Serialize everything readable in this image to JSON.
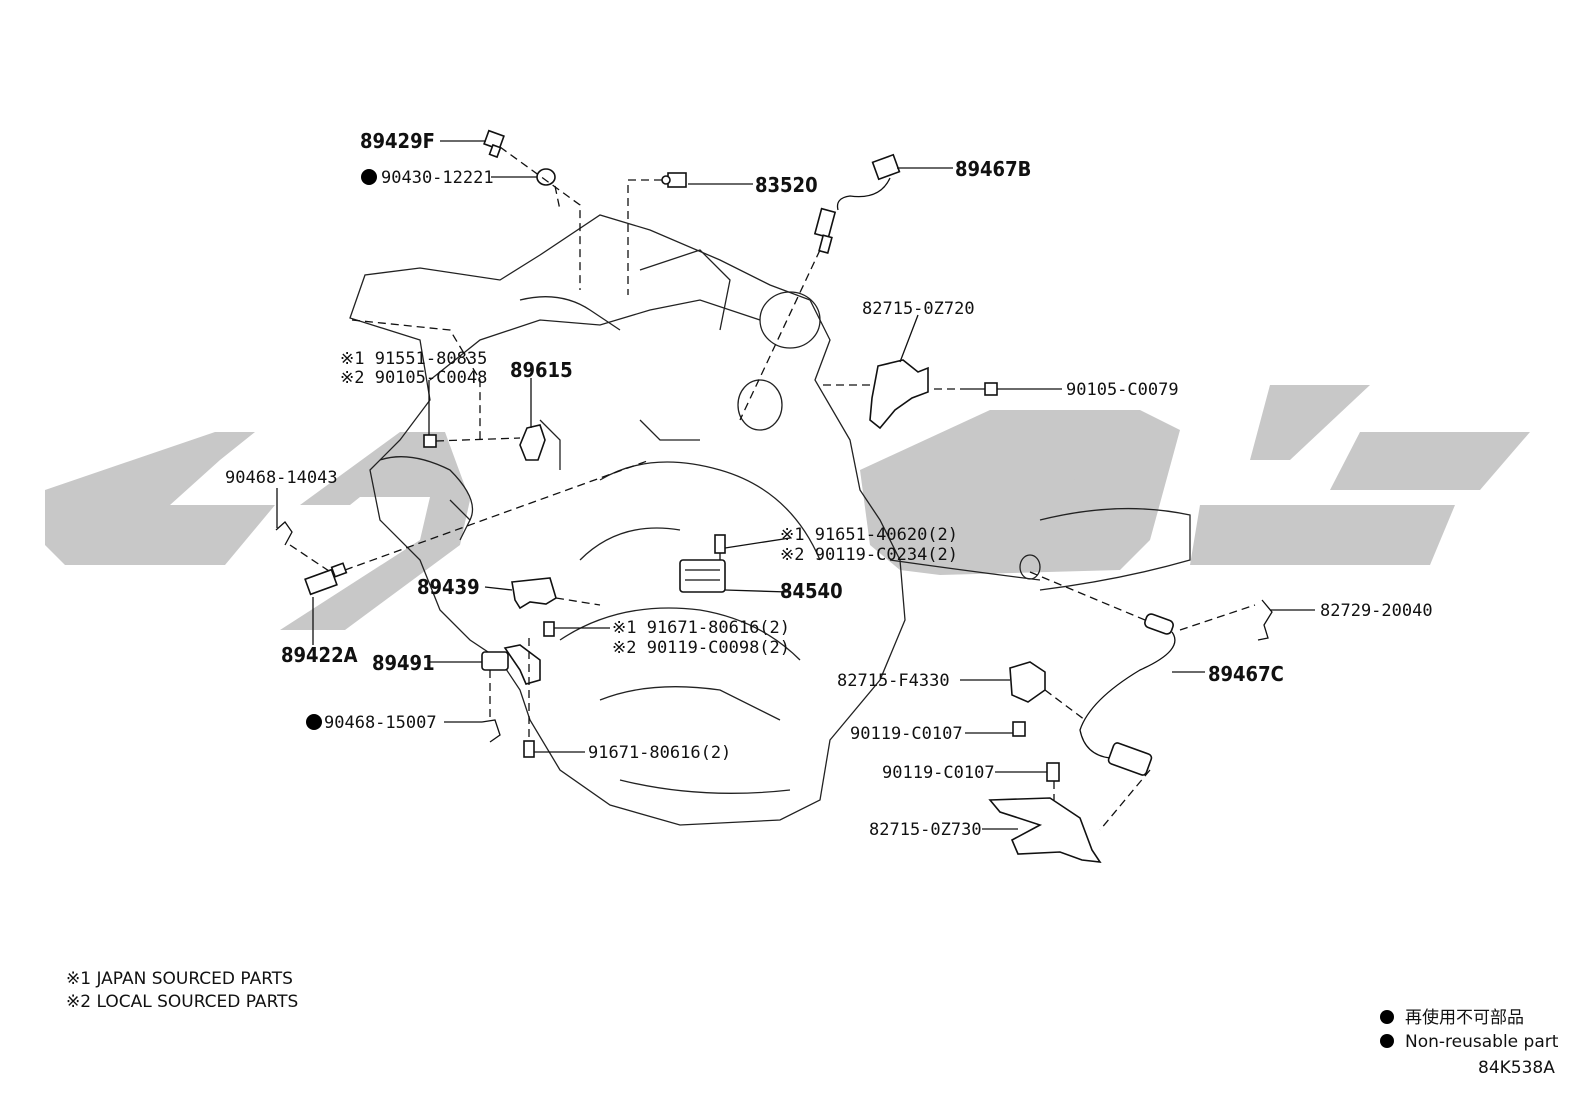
{
  "diagram": {
    "code": "84K538A",
    "notes": [
      "※1 JAPAN SOURCED PARTS",
      "※2 LOCAL SOURCED PARTS"
    ],
    "legend": [
      {
        "symbol": "filled-dot",
        "text": "再使用不可部品"
      },
      {
        "symbol": "filled-dot",
        "text": "Non-reusable part"
      }
    ],
    "labels": {
      "p89429F": "89429F",
      "p90430": "90430-12221",
      "p83520": "83520",
      "p89467B": "89467B",
      "p82715_0Z720": "82715-0Z720",
      "p90105_C0079": "90105-C0079",
      "p91551": "※1 91551-80835",
      "p90105_C0048": "※2 90105-C0048",
      "p89615": "89615",
      "p90468_14043": "90468-14043",
      "p91651": "※1 91651-40620(2)",
      "p90119_C0234": "※2 90119-C0234(2)",
      "p84540": "84540",
      "p89439": "89439",
      "p82729": "82729-20040",
      "p91671_a": "※1 91671-80616(2)",
      "p90119_C0098": "※2 90119-C0098(2)",
      "p89422A": "89422A",
      "p89491": "89491",
      "p89467C": "89467C",
      "p82715_F4330": "82715-F4330",
      "p90119_C0107a": "90119-C0107",
      "p90468_15007": "90468-15007",
      "p91671_b": "91671-80616(2)",
      "p90119_C0107b": "90119-C0107",
      "p82715_0Z730": "82715-0Z730"
    }
  }
}
